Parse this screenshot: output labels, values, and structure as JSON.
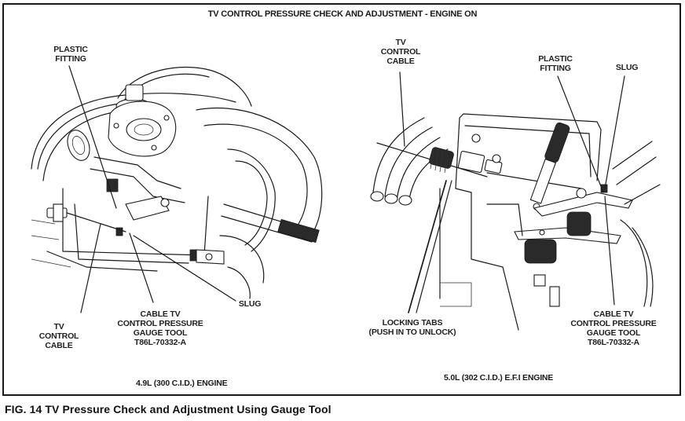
{
  "figure": {
    "title": "TV CONTROL PRESSURE CHECK AND ADJUSTMENT - ENGINE ON",
    "caption": "FIG. 14  TV Pressure Check and Adjustment Using Gauge Tool"
  },
  "left_panel": {
    "engine_label": "4.9L (300 C.I.D.) ENGINE",
    "callouts": {
      "plastic_fitting": "PLASTIC\nFITTING",
      "slug": "SLUG",
      "gauge_tool": "CABLE TV\nCONTROL PRESSURE\nGAUGE TOOL\nT86L-70332-A",
      "tv_control_cable": "TV\nCONTROL\nCABLE"
    }
  },
  "right_panel": {
    "engine_label": "5.0L (302 C.I.D.) E.F.I ENGINE",
    "callouts": {
      "tv_control_cable": "TV\nCONTROL\nCABLE",
      "plastic_fitting": "PLASTIC\nFITTING",
      "slug": "SLUG",
      "locking_tabs": "LOCKING TABS\n(PUSH IN TO UNLOCK)",
      "gauge_tool": "CABLE TV\nCONTROL PRESSURE\nGAUGE TOOL\nT86L-70332-A"
    }
  }
}
